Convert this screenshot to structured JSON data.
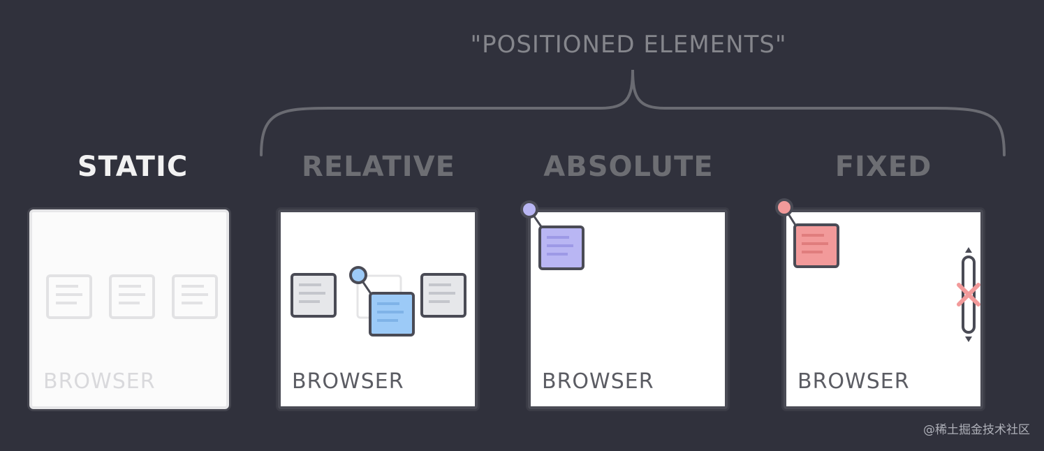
{
  "group_label": "\"POSITIONED ELEMENTS\"",
  "panels": [
    {
      "title": "STATIC",
      "browser": "BROWSER"
    },
    {
      "title": "RELATIVE",
      "browser": "BROWSER"
    },
    {
      "title": "ABSOLUTE",
      "browser": "BROWSER"
    },
    {
      "title": "FIXED",
      "browser": "BROWSER"
    }
  ],
  "colors": {
    "background": "#30313c",
    "relative_accent": "#9ccaf7",
    "absolute_accent": "#b9b6f3",
    "fixed_accent": "#f29a9a",
    "inactive_text": "#6d6e73"
  },
  "watermark": "@稀土掘金技术社区"
}
